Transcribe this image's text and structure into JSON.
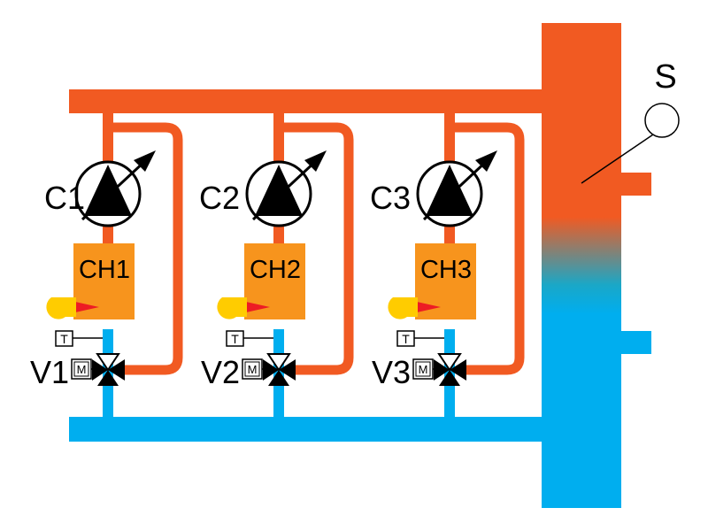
{
  "colors": {
    "hot": "#f15a22",
    "cold": "#00aeef",
    "boiler": "#f7941d",
    "burner": "#ffcc00",
    "flame": "#ed1c24",
    "line": "#000000",
    "background": "#ffffff"
  },
  "sensor": {
    "label": "S"
  },
  "units": [
    {
      "pump_label": "C1",
      "boiler_label": "CH1",
      "valve_label": "V1",
      "thermostat_label": "T",
      "motor_label": "M"
    },
    {
      "pump_label": "C2",
      "boiler_label": "CH2",
      "valve_label": "V2",
      "thermostat_label": "T",
      "motor_label": "M"
    },
    {
      "pump_label": "C3",
      "boiler_label": "CH3",
      "valve_label": "V3",
      "thermostat_label": "T",
      "motor_label": "M"
    }
  ]
}
